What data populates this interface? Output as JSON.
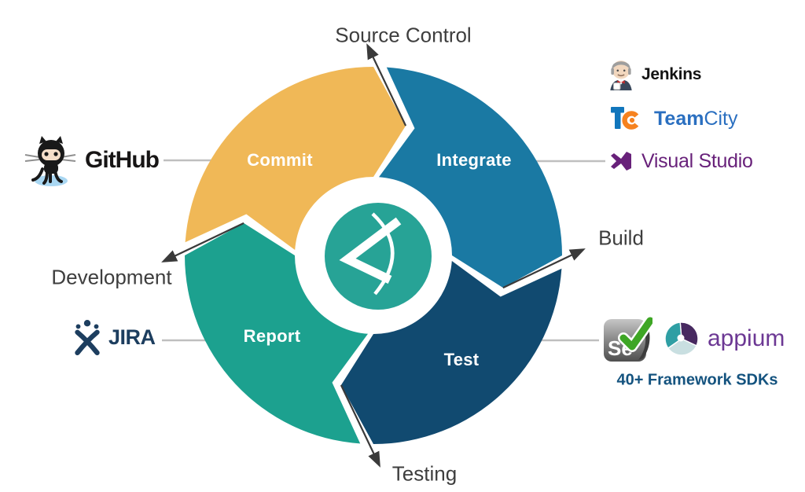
{
  "diagram": {
    "center_logo": {
      "name": "continuous-testing-logo",
      "color": "#27A396"
    },
    "segments": [
      {
        "label": "Commit",
        "color": "#F0B857"
      },
      {
        "label": "Integrate",
        "color": "#1A79A3"
      },
      {
        "label": "Test",
        "color": "#114A70"
      },
      {
        "label": "Report",
        "color": "#1CA18F"
      }
    ],
    "stage_labels": [
      {
        "label": "Source Control"
      },
      {
        "label": "Build"
      },
      {
        "label": "Testing"
      },
      {
        "label": "Development"
      }
    ]
  },
  "tools": {
    "github": {
      "name": "GitHub"
    },
    "jenkins": {
      "name": "Jenkins"
    },
    "teamcity": {
      "name_bold": "Team",
      "name_rest": "City"
    },
    "visual_studio": {
      "name": "Visual Studio"
    },
    "jira": {
      "name": "JIRA"
    },
    "selenium": {
      "badge": "Se"
    },
    "appium": {
      "name": "appium"
    },
    "frameworks_note": "40+ Framework SDKs"
  },
  "colors": {
    "commit_yellow": "#F0B857",
    "integrate_blue": "#1A79A3",
    "test_navy": "#114A70",
    "report_teal": "#1CA18F",
    "center_teal": "#27A396",
    "stage_label_text": "#3E3E3E",
    "arrow_line": "#3A3A3A",
    "connector_line": "#BFBFBF",
    "teamcity_blue": "#2A6FC0",
    "teamcity_orange": "#F6821F",
    "visual_studio_purple": "#68217A",
    "jira_navy": "#1D3E5F",
    "appium_purple": "#6C3894",
    "selenium_green": "#3EA625",
    "frameworks_text": "#14537F"
  }
}
